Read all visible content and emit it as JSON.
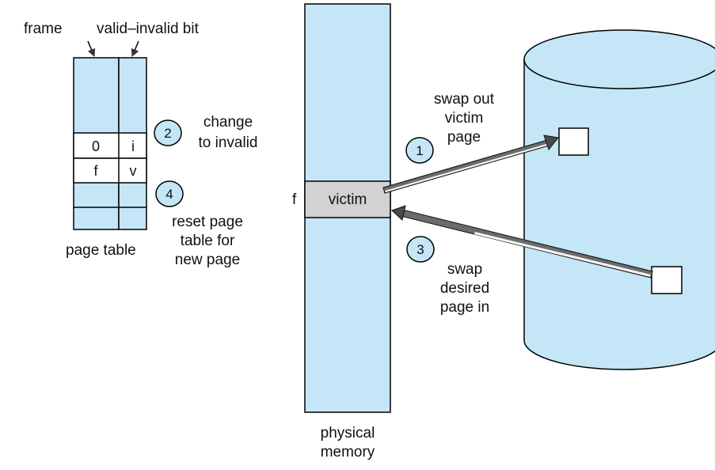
{
  "page_table": {
    "frame_label": "frame",
    "valid_bit_label": "valid–invalid bit",
    "rows": [
      {
        "frame": "0",
        "bit": "i"
      },
      {
        "frame": "f",
        "bit": "v"
      }
    ],
    "caption": "page table"
  },
  "steps": {
    "s1": {
      "number": "1",
      "text": [
        "swap out",
        "victim",
        "page"
      ]
    },
    "s2": {
      "number": "2",
      "text": [
        "change",
        "to invalid"
      ]
    },
    "s3": {
      "number": "3",
      "text": [
        "swap",
        "desired",
        "page in"
      ]
    },
    "s4": {
      "number": "4",
      "text": [
        "reset page",
        "table for",
        "new page"
      ]
    }
  },
  "memory": {
    "frame_marker": "f",
    "victim_label": "victim",
    "caption": [
      "physical",
      "memory"
    ]
  },
  "colors": {
    "fill": "#c4e6f6",
    "victim_fill": "#d2d2d2",
    "arrow_dark": "#666666",
    "arrow_light": "#f2f2f2"
  }
}
